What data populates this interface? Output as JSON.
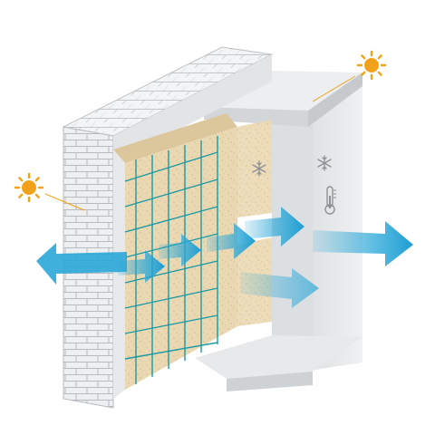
{
  "diagram": {
    "kind": "wall insulation cross-section",
    "components": [
      "brick-wall",
      "concrete-slab",
      "insulation-panel",
      "reinforcement-mesh",
      "interior-room"
    ],
    "icons": [
      "sun-icon",
      "sun-icon",
      "snowflake-icon",
      "snowflake-icon",
      "thermometer-icon"
    ],
    "flow_arrows": [
      "heat-flow-arrow-outward",
      "heat-flow-arrow-inward",
      "heat-flow-arrow-inward",
      "heat-flow-arrow-inward",
      "heat-flow-arrow-inward",
      "heat-flow-arrow-exit"
    ],
    "colors": {
      "brick": "#ecedee",
      "mortar": "#b9bcc0",
      "concrete": "#e4e6e8",
      "insulation": "#ead8b2",
      "mesh": "#1a9aa6",
      "arrow": "#2aa7d8",
      "sun": "#f2a21a",
      "room": "#e9ebed"
    }
  }
}
